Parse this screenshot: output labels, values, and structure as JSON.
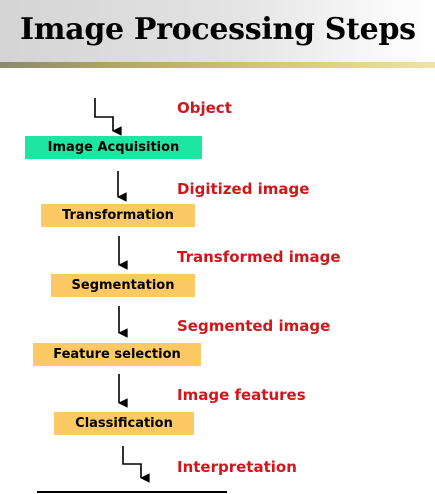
{
  "header": {
    "title": "Image Processing Steps"
  },
  "steps": [
    "Image Acquisition",
    "Transformation",
    "Segmentation",
    "Feature selection",
    "Classification"
  ],
  "labels": [
    "Object",
    "Digitized image",
    "Transformed image",
    "Segmented image",
    "Image features",
    "Interpretation"
  ],
  "colors": {
    "acquisition_box": "#1fe5a3",
    "step_box": "#fcc964",
    "label_text": "#d0171b"
  }
}
